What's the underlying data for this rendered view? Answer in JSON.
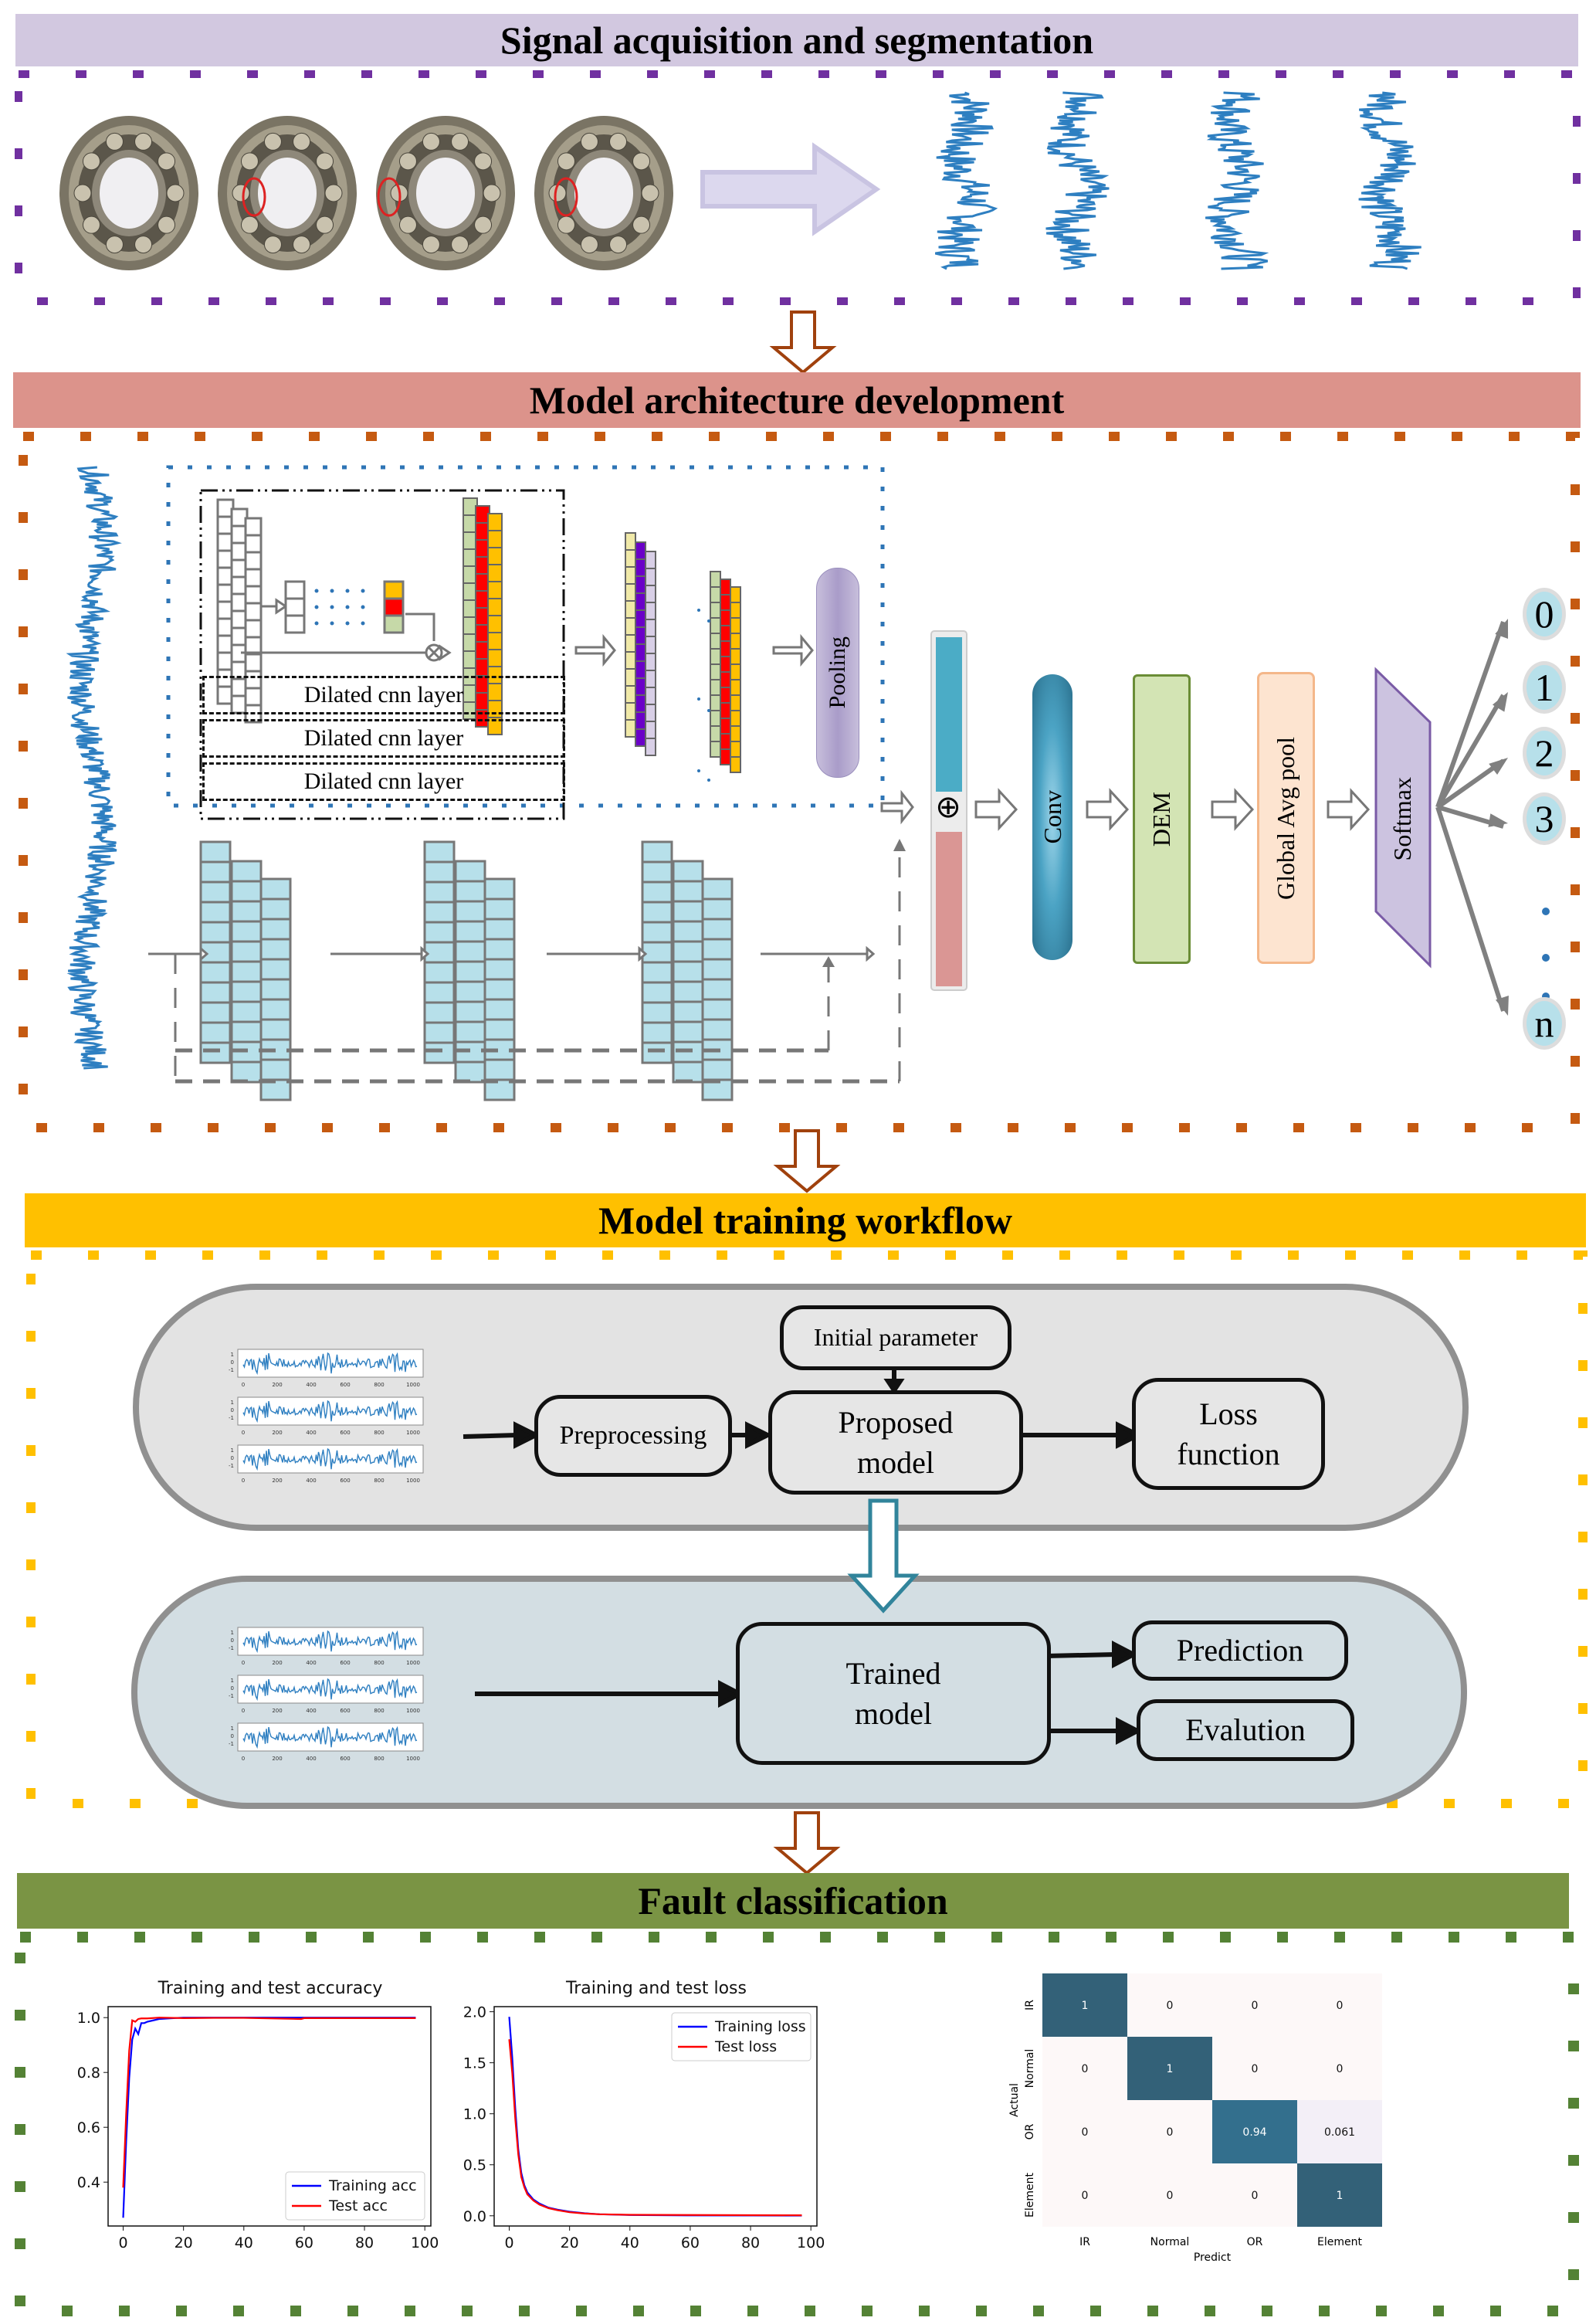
{
  "sections": {
    "acquisition": {
      "title": "Signal acquisition and segmentation",
      "color": "#d0c6e0",
      "border": "#7030a0"
    },
    "architecture": {
      "title": "Model architecture development",
      "color": "#dc938b",
      "border": "#c55a11"
    },
    "training": {
      "title": "Model training workflow",
      "color": "#ffc000",
      "border": "#ffc000"
    },
    "classification": {
      "title": "Fault classification",
      "color": "#7a9444",
      "border": "#548235"
    }
  },
  "acquisition": {
    "bearings": [
      "normal-bearing",
      "inner-race-fault-bearing",
      "outer-race-fault-bearing",
      "ball-fault-bearing"
    ],
    "signal_segments": 4
  },
  "architecture": {
    "dilated_layers": [
      "Dilated cnn layer",
      "Dilated cnn layer",
      "Dilated cnn layer"
    ],
    "pooling_label": "Pooling",
    "add_symbol": "⊕",
    "blocks": [
      "Conv",
      "DEM",
      "Global Avg pool",
      "Softmax"
    ],
    "outputs": [
      "0",
      "1",
      "2",
      "3",
      "n"
    ]
  },
  "training": {
    "top": {
      "initial_parameter": "Initial parameter",
      "preprocessing": "Preprocessing",
      "proposed_model": "Proposed model",
      "loss_function": "Loss function"
    },
    "bottom": {
      "trained_model": "Trained model",
      "prediction": "Prediction",
      "evaluation": "Evalution"
    },
    "signal_plot_ticks_x": [
      "0",
      "200",
      "400",
      "600",
      "800",
      "1000"
    ],
    "signal_plot_ticks_y": [
      "1",
      "0",
      "-1"
    ]
  },
  "chart_data": [
    {
      "type": "line",
      "title": "Training and test accuracy",
      "xlabel": "",
      "ylabel": "",
      "xlim": [
        -5,
        102
      ],
      "ylim": [
        0.24,
        1.04
      ],
      "xticks": [
        0,
        20,
        40,
        60,
        80,
        100
      ],
      "yticks": [
        0.4,
        0.6,
        0.8,
        1.0
      ],
      "ytick_labels": [
        "0.4",
        "0.6",
        "0.8",
        "1.0"
      ],
      "legend_position": "bottom-right",
      "series": [
        {
          "name": "Training acc",
          "color": "#0000ff",
          "x": [
            0,
            1,
            2,
            3,
            4,
            5,
            6,
            7,
            8,
            10,
            12,
            15,
            20,
            30,
            40,
            60,
            80,
            97
          ],
          "values": [
            0.27,
            0.55,
            0.78,
            0.92,
            0.96,
            0.94,
            0.98,
            0.98,
            0.985,
            0.99,
            0.995,
            0.997,
            1.0,
            1.0,
            1.0,
            1.0,
            1.0,
            1.0
          ]
        },
        {
          "name": "Test acc",
          "color": "#ff0000",
          "x": [
            0,
            1,
            2,
            3,
            4,
            5,
            6,
            8,
            12,
            20,
            30,
            40,
            59,
            60,
            80,
            97
          ],
          "values": [
            0.38,
            0.65,
            0.88,
            0.99,
            0.985,
            0.995,
            0.997,
            0.997,
            1.0,
            0.998,
            0.999,
            0.999,
            0.995,
            0.998,
            0.998,
            0.998
          ]
        }
      ]
    },
    {
      "type": "line",
      "title": "Training and test loss",
      "xlabel": "",
      "ylabel": "",
      "xlim": [
        -5,
        102
      ],
      "ylim": [
        -0.1,
        2.05
      ],
      "xticks": [
        0,
        20,
        40,
        60,
        80,
        100
      ],
      "yticks": [
        0.0,
        0.5,
        1.0,
        1.5,
        2.0
      ],
      "ytick_labels": [
        "0.0",
        "0.5",
        "1.0",
        "1.5",
        "2.0"
      ],
      "legend_position": "top-right",
      "series": [
        {
          "name": "Training loss",
          "color": "#0000ff",
          "x": [
            0,
            1,
            2,
            3,
            4,
            5,
            6,
            8,
            10,
            13,
            16,
            20,
            25,
            30,
            40,
            60,
            80,
            97
          ],
          "values": [
            1.95,
            1.55,
            1.05,
            0.65,
            0.42,
            0.3,
            0.23,
            0.16,
            0.12,
            0.08,
            0.06,
            0.04,
            0.025,
            0.015,
            0.008,
            0.004,
            0.003,
            0.002
          ]
        },
        {
          "name": "Test loss",
          "color": "#ff0000",
          "x": [
            0,
            1,
            2,
            3,
            4,
            5,
            6,
            8,
            10,
            13,
            16,
            20,
            25,
            30,
            40,
            60,
            80,
            97
          ],
          "values": [
            1.73,
            1.4,
            0.95,
            0.6,
            0.38,
            0.28,
            0.21,
            0.15,
            0.11,
            0.075,
            0.055,
            0.035,
            0.022,
            0.015,
            0.01,
            0.008,
            0.006,
            0.005
          ]
        }
      ]
    },
    {
      "type": "heatmap",
      "title": "",
      "xlabel": "Predict",
      "ylabel": "Actual",
      "x_categories": [
        "IR",
        "Normal",
        "OR",
        "Element"
      ],
      "y_categories": [
        "IR",
        "Normal",
        "OR",
        "Element"
      ],
      "values": [
        [
          1,
          0,
          0,
          0
        ],
        [
          0,
          1,
          0,
          0
        ],
        [
          0,
          0,
          0.94,
          0.061
        ],
        [
          0,
          0,
          0,
          1
        ]
      ],
      "value_labels": [
        [
          "1",
          "0",
          "0",
          "0"
        ],
        [
          "0",
          "1",
          "0",
          "0"
        ],
        [
          "0",
          "0",
          "0.94",
          "0.061"
        ],
        [
          "0",
          "0",
          "0",
          "1"
        ]
      ]
    }
  ]
}
